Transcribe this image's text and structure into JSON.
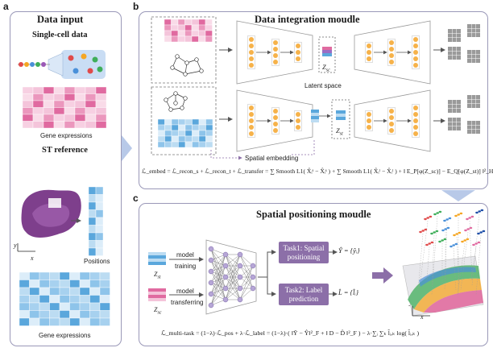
{
  "panel_labels": {
    "a": "a",
    "b": "b",
    "c": "c"
  },
  "panel_a": {
    "title": "Data input",
    "single_cell_title": "Single-cell data",
    "gene_expr_caption_1": "Gene expressions",
    "st_title": "ST reference",
    "positions_caption": "Positions",
    "gene_expr_caption_2": "Gene expressions",
    "axis_x": "x",
    "axis_y": "y"
  },
  "panel_b": {
    "title": "Data integration moudle",
    "latent_label": "Latent space",
    "spatial_embedding_label": "Spatial embedding",
    "z_top": "Z",
    "z_top_sub": "sc",
    "z_bottom": "Z",
    "z_bottom_sub": "st",
    "formula": "ℒ_embed = ℒ_recon_s + ℒ_recon_t + ℒ_transfer = ∑ Smooth L1( X̂ᵢˢ − X̂ᵢˢ ) + ∑ Smooth L1( X̂ᵢᵗ − X̂ᵢᵗ ) + ‖ E_P[φ(Z_sc)] − E_Q[φ(Z_st)] ‖²_H"
  },
  "panel_c": {
    "title": "Spatial positioning moudle",
    "z_st": "Z",
    "z_st_sub": "st",
    "z_sc": "Z",
    "z_sc_sub": "sc",
    "model_training_1": "model",
    "model_training_2": "training",
    "model_transferring_1": "model",
    "model_transferring_2": "transferring",
    "task1": "Task1: Spatial positioning",
    "task2": "Task2: Label prediction",
    "y_hat": "Ŷ = {ŷᵢ}",
    "l_hat": "L̂ = {l̂ᵢ}",
    "axis_x": "x",
    "axis_y": "y",
    "formula": "ℒ_multi-task = (1−λ)·ℒ_pos + λ·ℒ_label = (1−λ)·( ‖Ỹ − Ŷ‖²_F + ‖ D − D̂ ‖²_F ) − λ·∑ᵢ ∑ₖ l̃ᵢ,ₖ log( l̂ᵢ,ₖ )"
  },
  "colors": {
    "pink": "#e06aa0",
    "pink_light": "#f4c4da",
    "blue": "#5aa7dc",
    "blue_light": "#bcdcf2",
    "purple": "#8c6fa8",
    "arrow_blue": "#b8c9e8",
    "node_orange": "#f6b24a",
    "frame": "#9a98b8"
  }
}
